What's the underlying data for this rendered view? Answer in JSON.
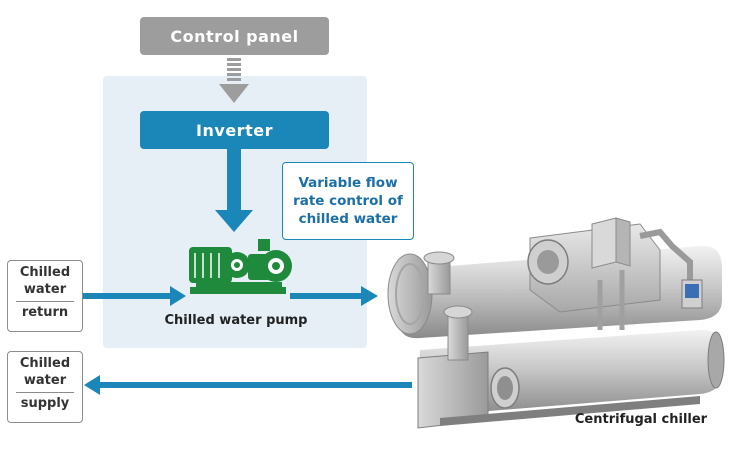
{
  "control_panel": {
    "label": "Control panel"
  },
  "inverter": {
    "label": "Inverter"
  },
  "callout": {
    "line1": "Variable flow",
    "line2": "rate control of",
    "line3": "chilled water"
  },
  "pump": {
    "label": "Chilled water pump"
  },
  "chilled_water_return": {
    "line1": "Chilled",
    "line2": "water",
    "line3": "return"
  },
  "chilled_water_supply": {
    "line1": "Chilled",
    "line2": "water",
    "line3": "supply"
  },
  "chiller": {
    "label": "Centrifugal chiller"
  },
  "colors": {
    "blue": "#1b86b8",
    "gray": "#9d9d9d",
    "green": "#1f8a3c",
    "panel_bg": "#e6eef6"
  }
}
